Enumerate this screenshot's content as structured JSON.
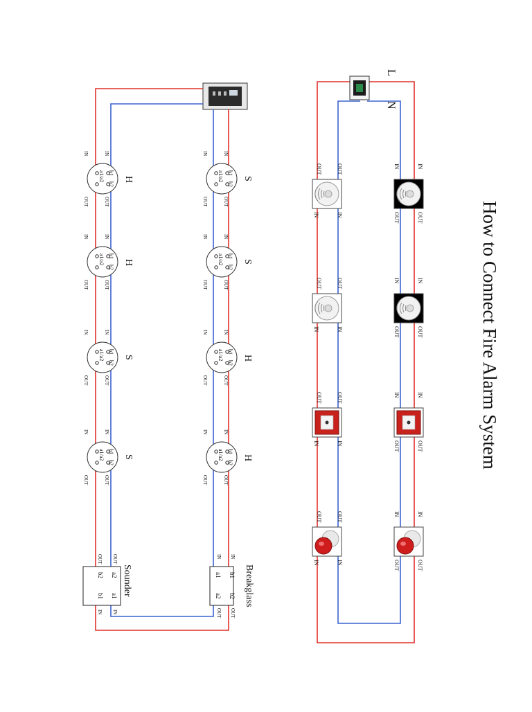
{
  "title": "How to Connect Fire Alarm System",
  "labels": {
    "live": "L",
    "neutral": "N",
    "in": "IN",
    "out": "OUT"
  },
  "top_section": {
    "devices": [
      {
        "kind": "heat-detector"
      },
      {
        "kind": "smoke-detector"
      },
      {
        "kind": "manual-call-point"
      },
      {
        "kind": "sounder-beacon"
      }
    ]
  },
  "bottom_section": {
    "upper_row": [
      {
        "letter": "S"
      },
      {
        "letter": "S"
      },
      {
        "letter": "H"
      },
      {
        "letter": "H"
      }
    ],
    "lower_row": [
      {
        "letter": "H"
      },
      {
        "letter": "H"
      },
      {
        "letter": "S"
      },
      {
        "letter": "S"
      }
    ],
    "terminal_labels": {
      "a": "a1/a2",
      "b1": "b1",
      "b2": "b2"
    },
    "end_boxes": {
      "breakglass": {
        "name": "Breakglass",
        "t1": "b1",
        "t2": "b2",
        "t3": "a1",
        "t4": "a2"
      },
      "sounder": {
        "name": "Sounder",
        "t1": "a2",
        "t2": "b2",
        "t3": "a1",
        "t4": "b1"
      }
    }
  },
  "colors": {
    "live": "#e0302a",
    "neutral": "#3a62d0"
  },
  "icons": [
    "control-panel-icon",
    "power-switch-icon",
    "heat-detector-icon",
    "smoke-detector-icon",
    "manual-call-point-icon",
    "sounder-beacon-icon"
  ]
}
